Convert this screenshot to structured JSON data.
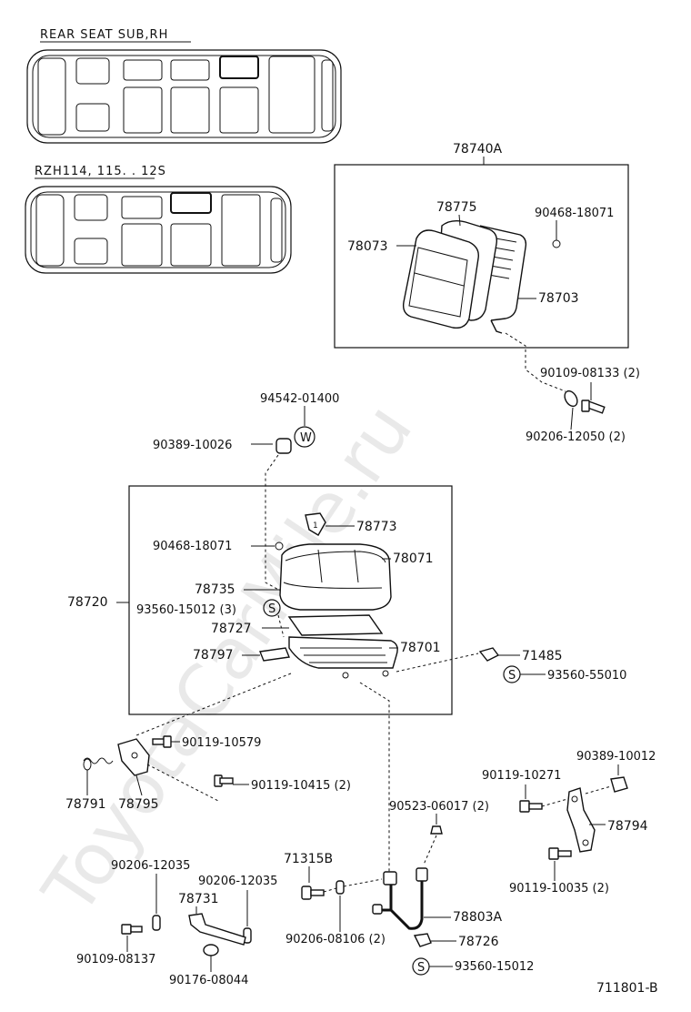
{
  "header": {
    "title_seat_sub": "REAR SEAT SUB,RH",
    "title_model": "RZH114, 115. . 12S"
  },
  "watermark": "ToyotaCarMile.ru",
  "diagram_id": "711801-B",
  "parts": {
    "p78740A": "78740A",
    "p78775": "78775",
    "p90468_18071_top": "90468-18071",
    "p78073": "78073",
    "p78703": "78703",
    "p90109_08133": "90109-08133 (2)",
    "p90206_12050": "90206-12050 (2)",
    "p94542_01400": "94542-01400",
    "p90389_10026": "90389-10026",
    "p78773": "78773",
    "p90468_18071_mid": "90468-18071",
    "p78071": "78071",
    "p78735": "78735",
    "p78720": "78720",
    "p93560_15012_3": "93560-15012 (3)",
    "p78727": "78727",
    "p78797": "78797",
    "p78701": "78701",
    "p71485": "71485",
    "p93560_55010": "93560-55010",
    "p90119_10579": "90119-10579",
    "p90389_10012": "90389-10012",
    "p90119_10271": "90119-10271",
    "p90119_10415": "90119-10415 (2)",
    "p78791": "78791",
    "p78795": "78795",
    "p90523_06017": "90523-06017 (2)",
    "p78794": "78794",
    "p71315B": "71315B",
    "p90206_12035_a": "90206-12035",
    "p90206_12035_b": "90206-12035",
    "p90119_10035": "90119-10035 (2)",
    "p78731": "78731",
    "p78803A": "78803A",
    "p90109_08137": "90109-08137",
    "p90206_08106": "90206-08106 (2)",
    "p78726": "78726",
    "p90176_08044": "90176-08044",
    "p93560_15012": "93560-15012"
  },
  "symbols": {
    "w": "W",
    "s": "S"
  }
}
